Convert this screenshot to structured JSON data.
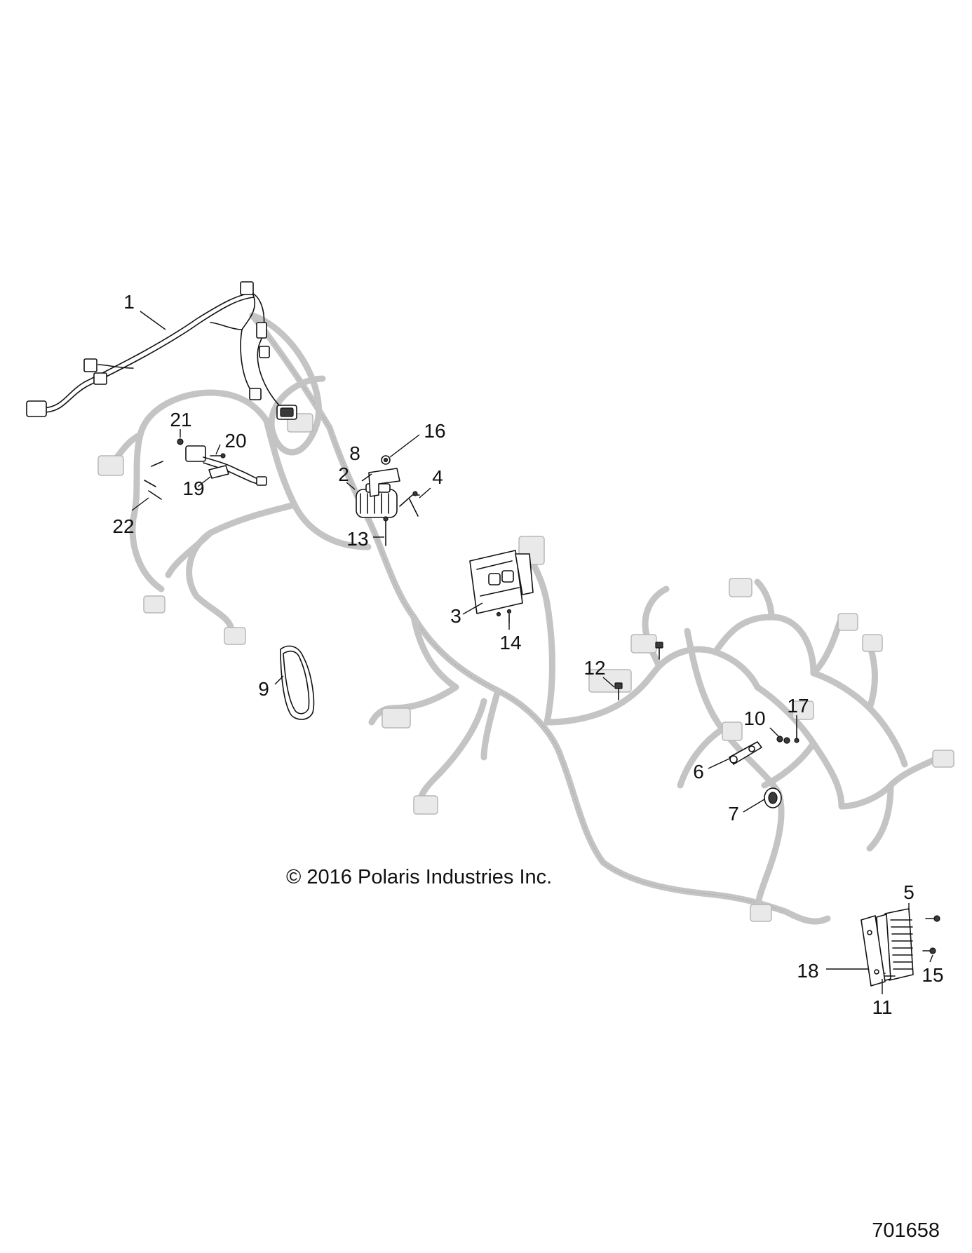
{
  "diagram": {
    "copyright": "© 2016 Polaris Industries Inc.",
    "drawing_number": "701658",
    "callouts": {
      "c1": "1",
      "c2": "2",
      "c3": "3",
      "c4": "4",
      "c5": "5",
      "c6": "6",
      "c7": "7",
      "c8": "8",
      "c9": "9",
      "c10": "10",
      "c11": "11",
      "c12": "12",
      "c13": "13",
      "c14": "14",
      "c15": "15",
      "c16": "16",
      "c17": "17",
      "c18": "18",
      "c19": "19",
      "c20": "20",
      "c21": "21",
      "c22": "22"
    }
  }
}
